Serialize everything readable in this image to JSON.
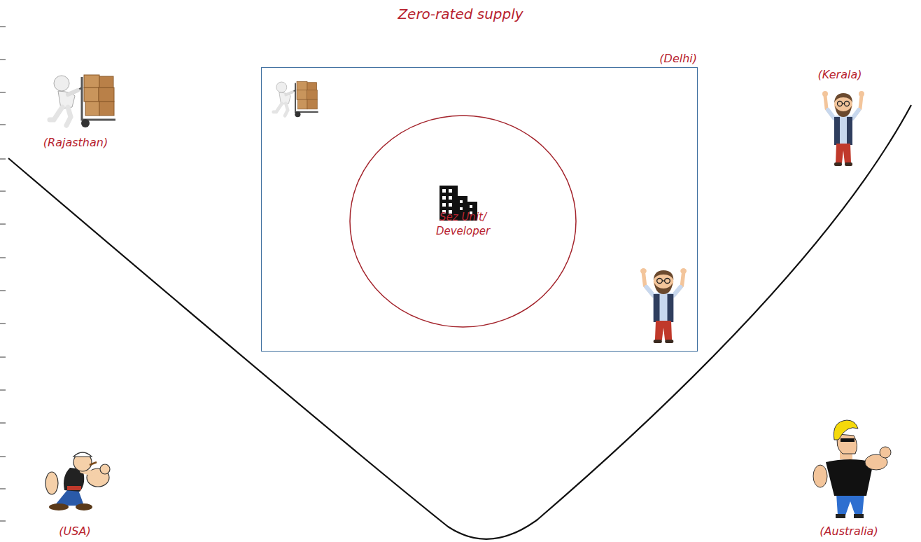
{
  "diagram": {
    "title": "Zero-rated supply",
    "nodes": [
      {
        "text": [
          "(Delhi)"
        ]
      },
      {
        "text": [
          "Sez Unit/ Developer"
        ],
        "in": 0
      }
    ],
    "labels": [
      "(Rajasthan)",
      "(Kerala)",
      "(USA)",
      "(Australia)"
    ]
  }
}
